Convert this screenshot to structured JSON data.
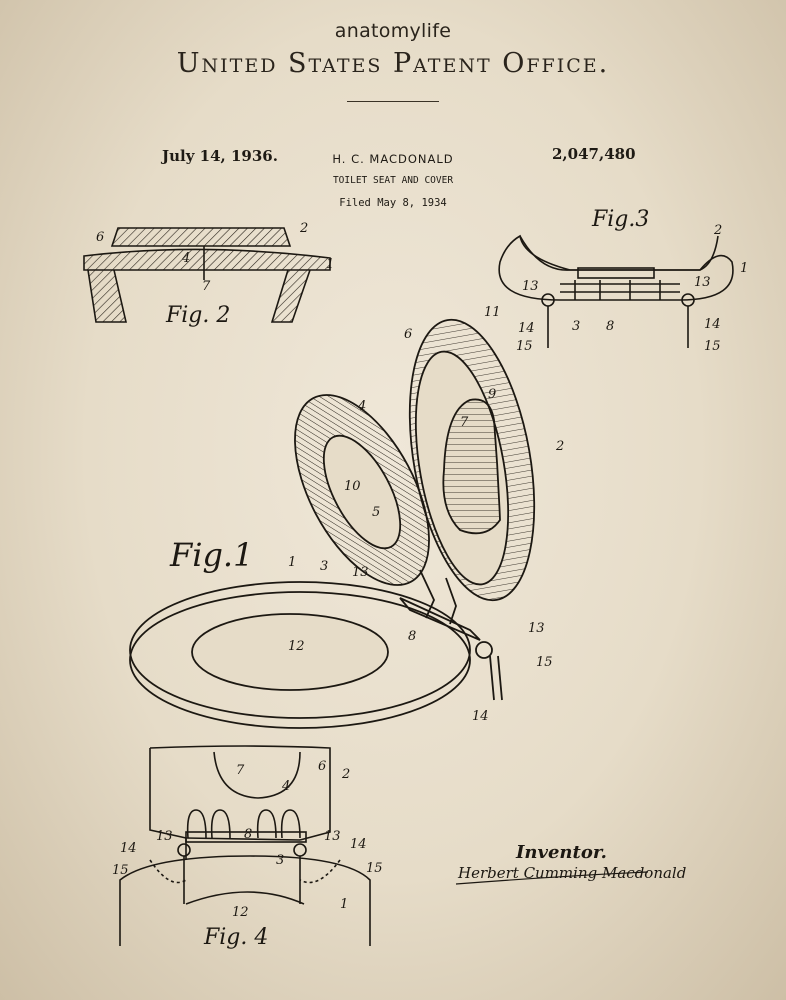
{
  "header": {
    "brand": "anatomylife",
    "office": "United States Patent Office."
  },
  "patent": {
    "date": "July 14, 1936.",
    "inventor_name": "H. C. MACDONALD",
    "title": "TOILET SEAT AND COVER",
    "filed": "Filed May 8, 1934",
    "number": "2,047,480"
  },
  "figures": {
    "fig1": "Fig.1",
    "fig2": "Fig. 2",
    "fig3": "Fig.3",
    "fig4": "Fig. 4"
  },
  "labels": {
    "fig1": {
      "l1": "1",
      "l2": "2",
      "l3": "3",
      "l4": "4",
      "l5": "5",
      "l6": "6",
      "l7": "7",
      "l8": "8",
      "l9": "9",
      "l10": "10",
      "l11": "11",
      "l12": "12",
      "l13a": "13",
      "l13b": "13",
      "l14": "14",
      "l15": "15"
    },
    "fig2": {
      "l1": "1",
      "l2": "2",
      "l4": "4",
      "l6": "6",
      "l7": "7"
    },
    "fig3": {
      "l1": "1",
      "l2": "2",
      "l3": "3",
      "l8": "8",
      "l13a": "13",
      "l13b": "13",
      "l14a": "14",
      "l14b": "14",
      "l15a": "15",
      "l15b": "15"
    },
    "fig4": {
      "l1": "1",
      "l2": "2",
      "l3": "3",
      "l4": "4",
      "l6": "6",
      "l7": "7",
      "l8": "8",
      "l12": "12",
      "l13a": "13",
      "l13b": "13",
      "l14a": "14",
      "l14b": "14",
      "l15a": "15",
      "l15b": "15"
    }
  },
  "signature": {
    "heading": "Inventor.",
    "name": "Herbert Cumming Macdonald"
  }
}
